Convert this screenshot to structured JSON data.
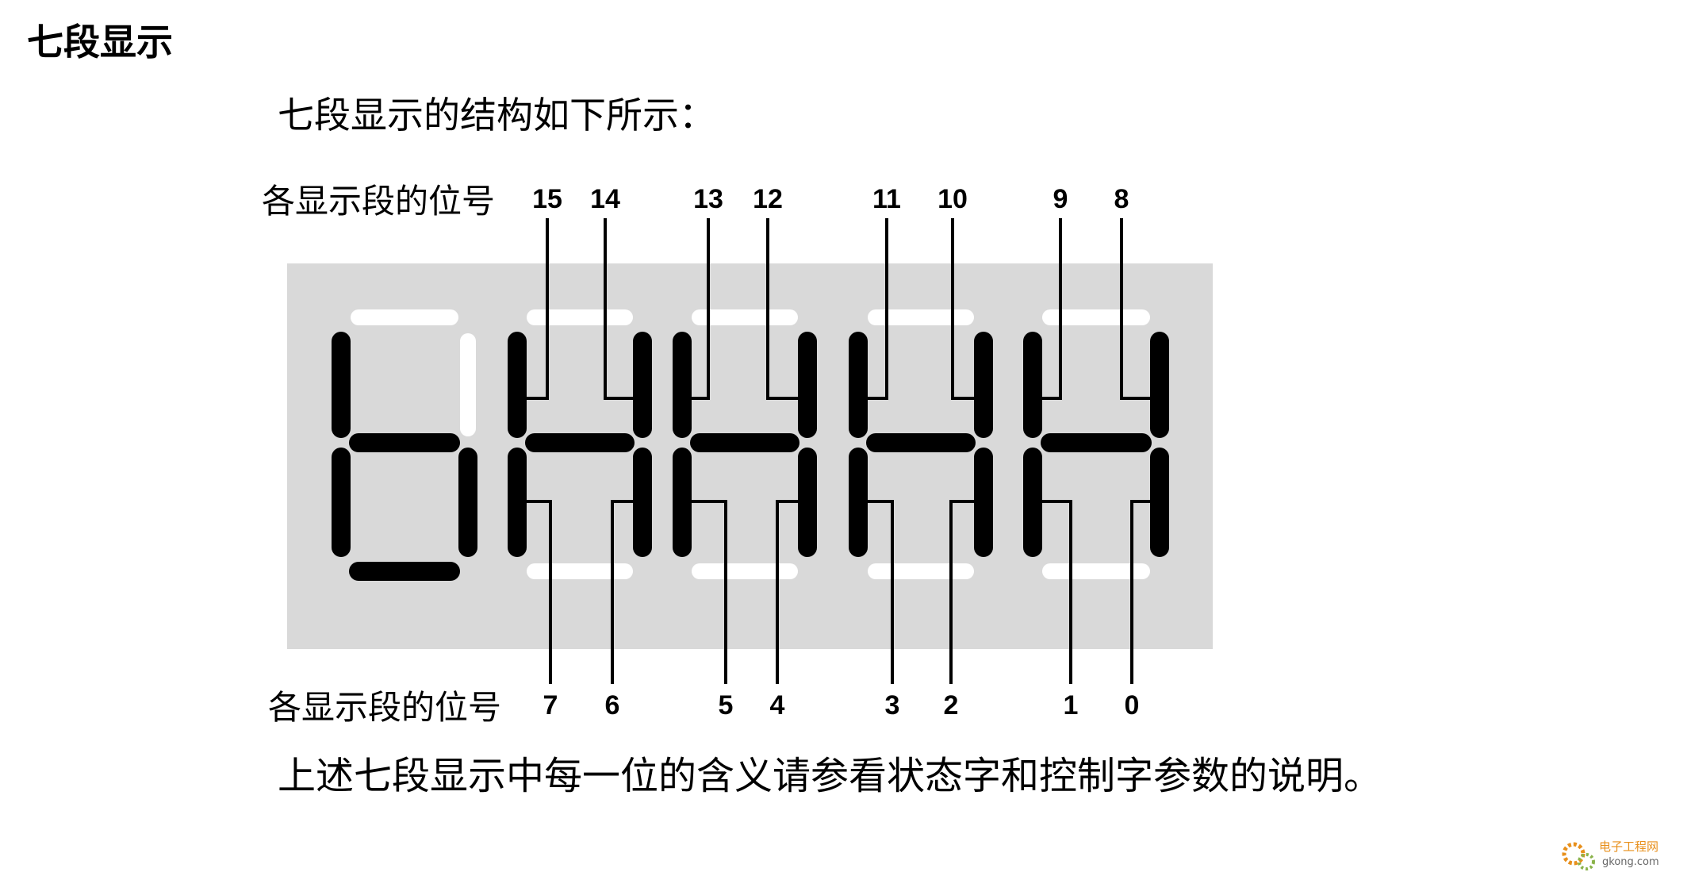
{
  "title": "七段显示",
  "subtitle": "七段显示的结构如下所示：",
  "diagram": {
    "top_label": "各显示段的位号",
    "bottom_label": "各显示段的位号",
    "top_bits": [
      "15",
      "14",
      "13",
      "12",
      "11",
      "10",
      "9",
      "8"
    ],
    "bottom_bits": [
      "7",
      "6",
      "5",
      "4",
      "3",
      "2",
      "1",
      "0"
    ]
  },
  "note": "上述七段显示中每一位的含义请参看状态字和控制字参数的说明。",
  "watermark": {
    "brand": "电子工程网",
    "domain": "gkong.com"
  },
  "colors": {
    "panel": "#d9d9d9",
    "segment_on": "#000000",
    "segment_off": "#ffffff",
    "accent": "#e8901c"
  }
}
